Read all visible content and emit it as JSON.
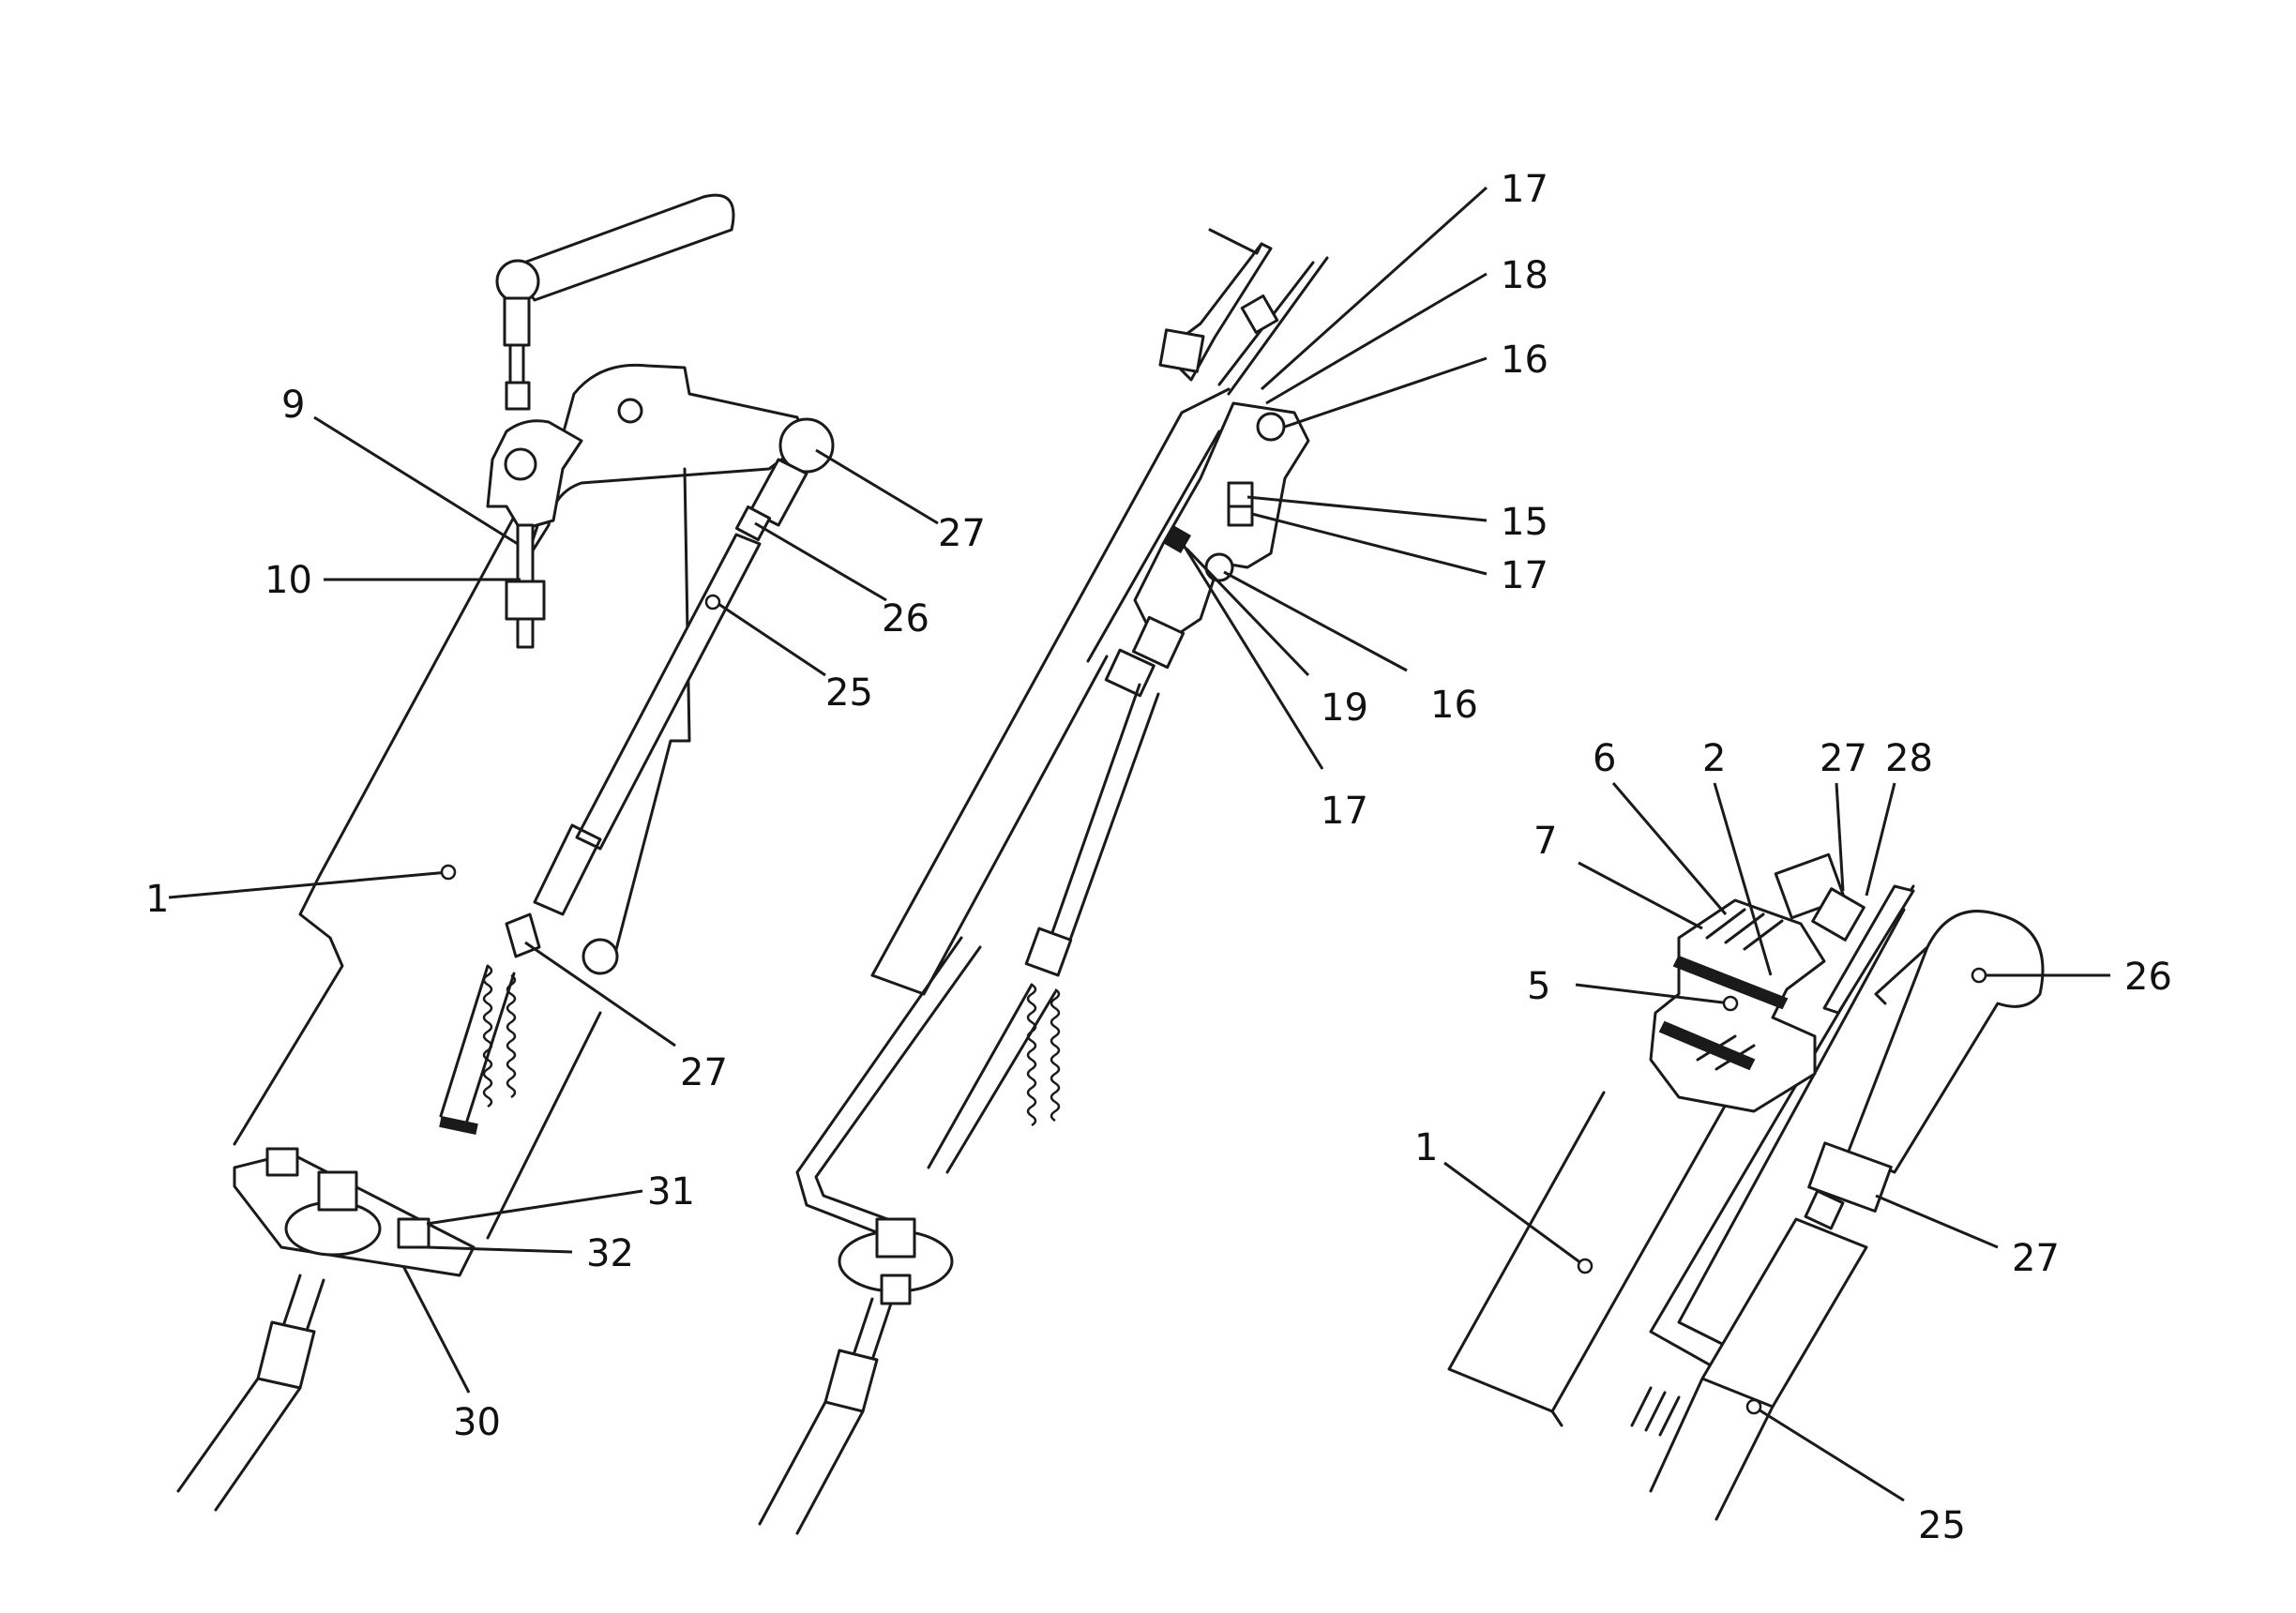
{
  "figure": {
    "views": [
      {
        "id": "left-view",
        "callouts": [
          "9",
          "10",
          "27",
          "26",
          "25",
          "1",
          "27",
          "31",
          "32",
          "30"
        ]
      },
      {
        "id": "middle-view",
        "callouts": [
          "17",
          "18",
          "16",
          "15",
          "17",
          "19",
          "16",
          "17"
        ]
      },
      {
        "id": "right-view",
        "callouts": [
          "6",
          "2",
          "27",
          "28",
          "7",
          "5",
          "26",
          "1",
          "27",
          "25"
        ]
      }
    ]
  }
}
